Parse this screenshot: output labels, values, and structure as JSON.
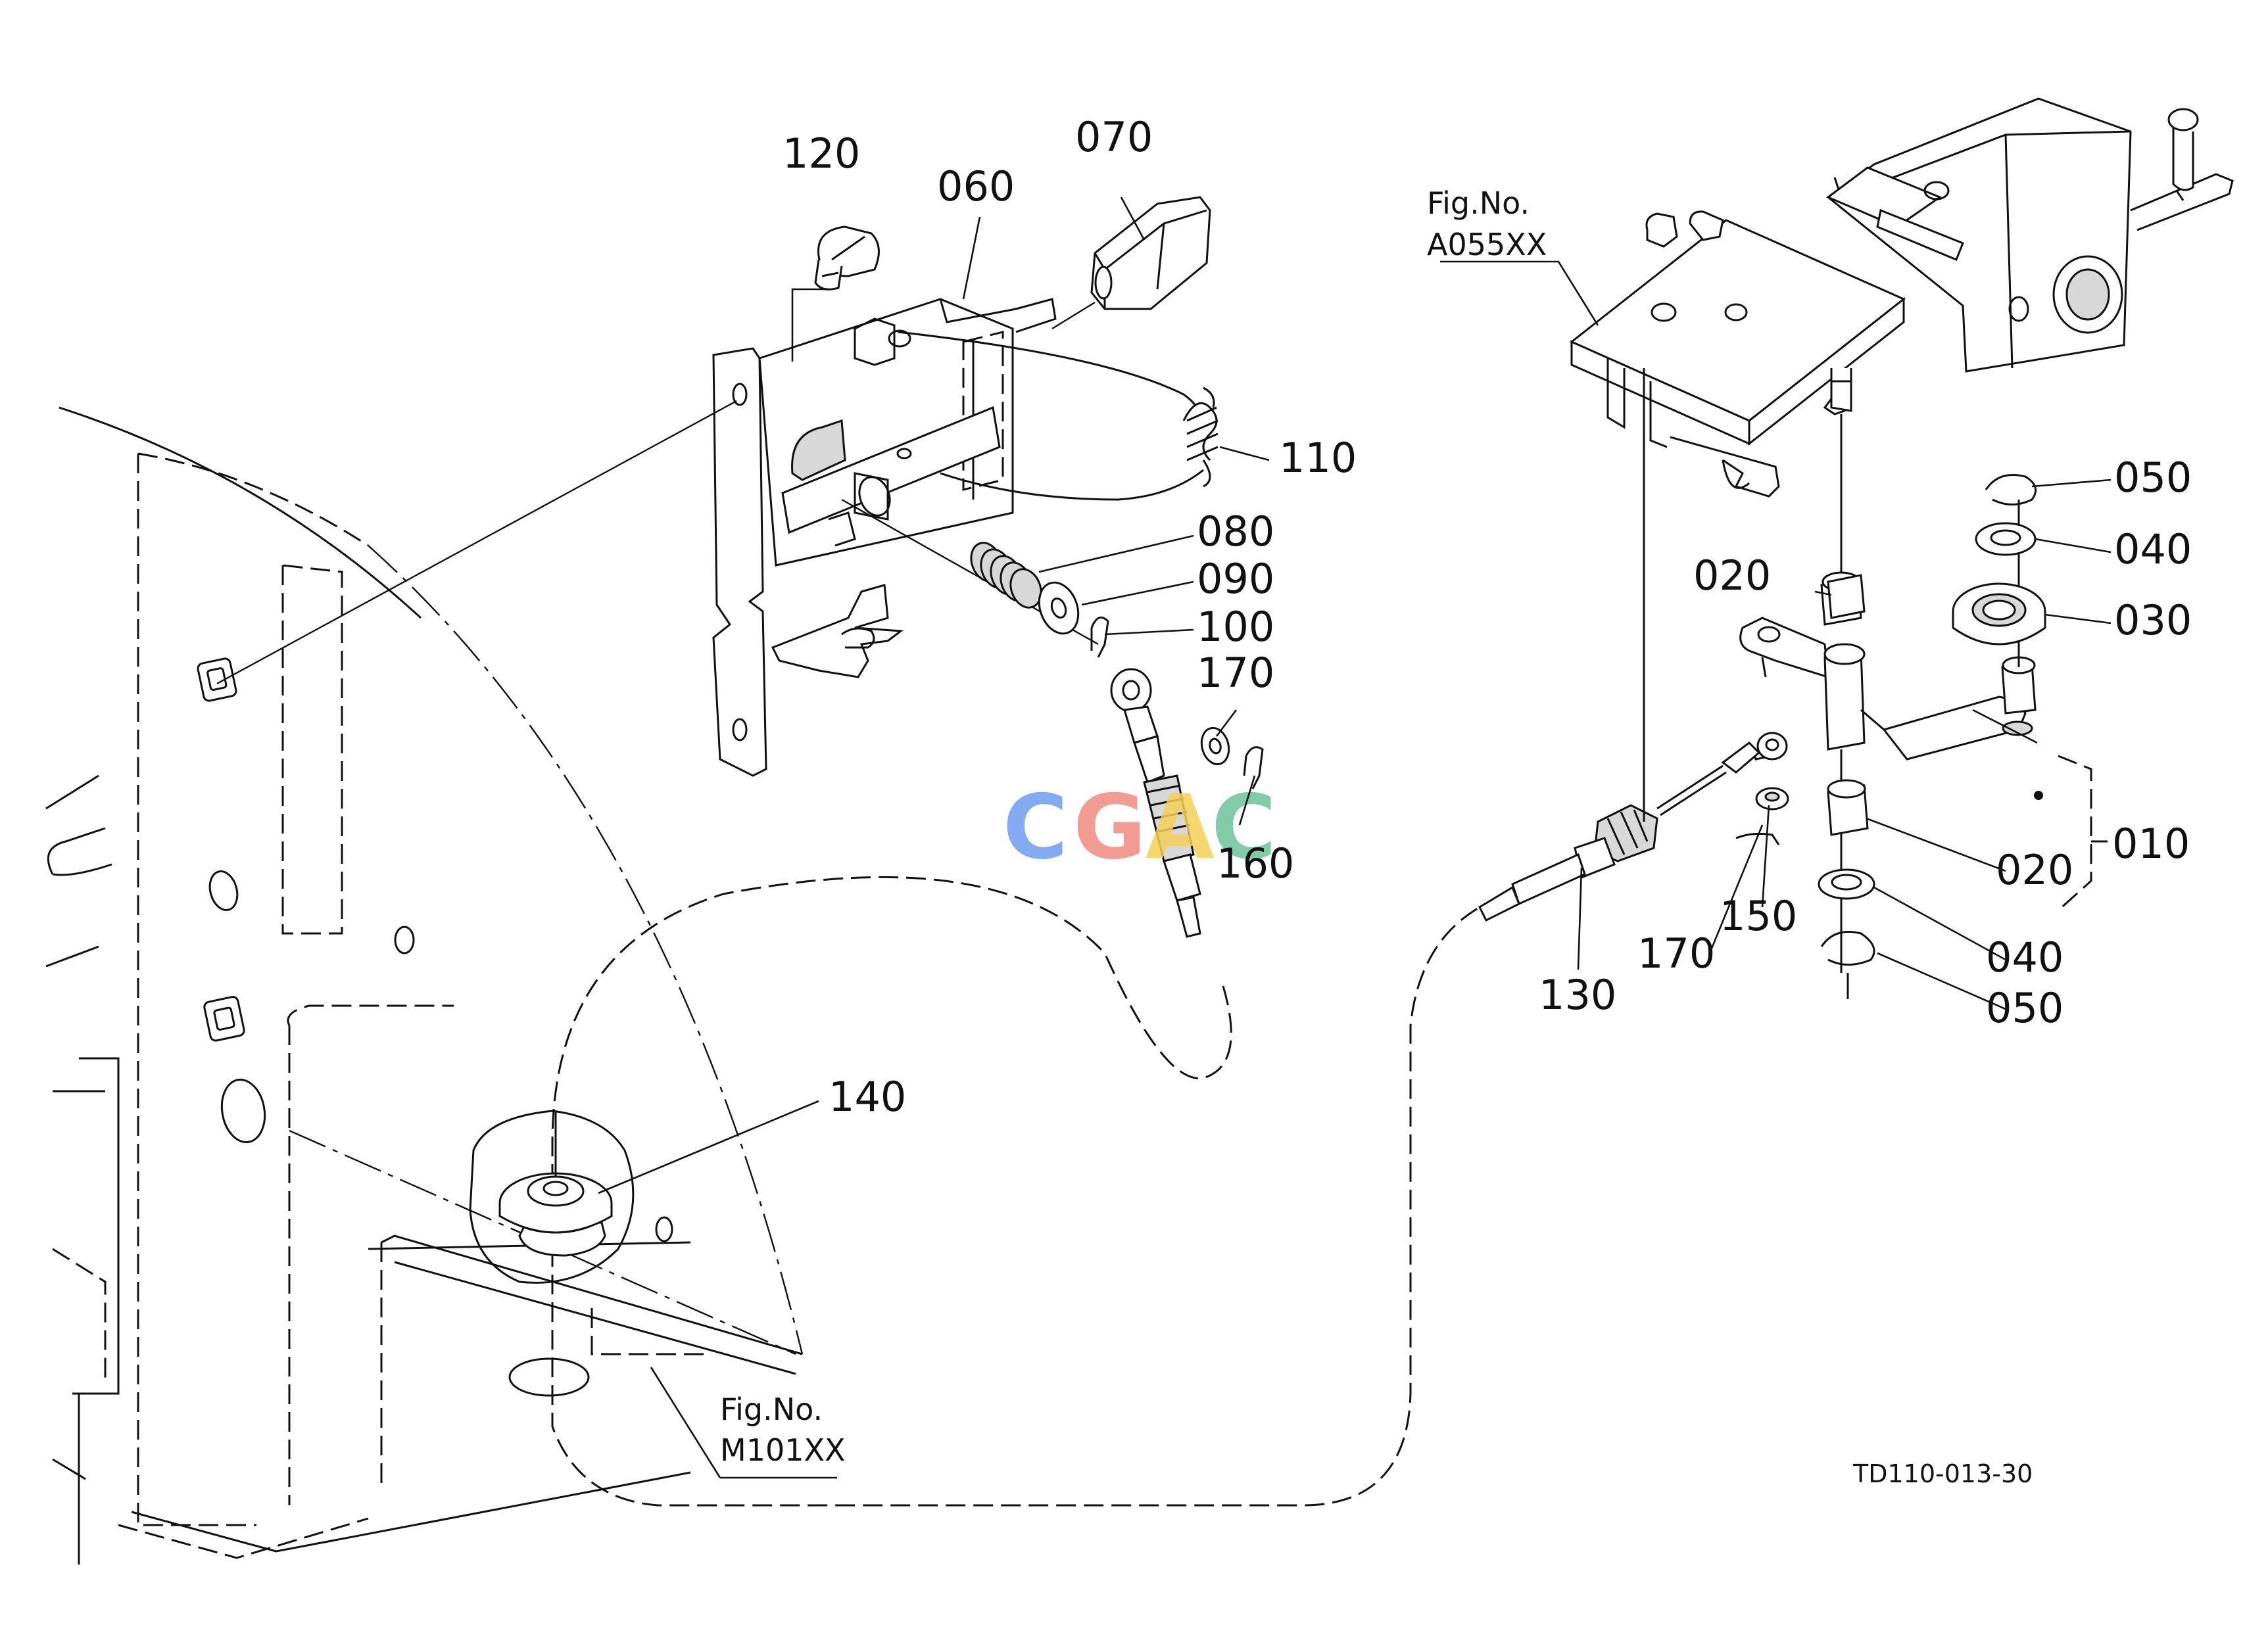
{
  "callouts": [
    {
      "id": "c120",
      "label": "120"
    },
    {
      "id": "c060",
      "label": "060"
    },
    {
      "id": "c070",
      "label": "070"
    },
    {
      "id": "c110",
      "label": "110"
    },
    {
      "id": "c080",
      "label": "080"
    },
    {
      "id": "c090",
      "label": "090"
    },
    {
      "id": "c100",
      "label": "100"
    },
    {
      "id": "c170a",
      "label": "170"
    },
    {
      "id": "c160",
      "label": "160"
    },
    {
      "id": "c140",
      "label": "140"
    },
    {
      "id": "c050a",
      "label": "050"
    },
    {
      "id": "c040a",
      "label": "040"
    },
    {
      "id": "c030",
      "label": "030"
    },
    {
      "id": "c020a",
      "label": "020"
    },
    {
      "id": "c010",
      "label": "010"
    },
    {
      "id": "c020b",
      "label": "020"
    },
    {
      "id": "c040b",
      "label": "040"
    },
    {
      "id": "c050b",
      "label": "050"
    },
    {
      "id": "c150",
      "label": "150"
    },
    {
      "id": "c170b",
      "label": "170"
    },
    {
      "id": "c130",
      "label": "130"
    }
  ],
  "references": [
    {
      "id": "ref_a055",
      "line1": "Fig.No.",
      "line2": "A055XX"
    },
    {
      "id": "ref_m101",
      "line1": "Fig.No.",
      "line2": "M101XX"
    }
  ],
  "drawing_code": "TD110-013-30",
  "watermark": {
    "text": "CGAC",
    "colors": [
      "#6f9df0",
      "#ef8a80",
      "#f5cf57",
      "#6cc39b"
    ]
  }
}
